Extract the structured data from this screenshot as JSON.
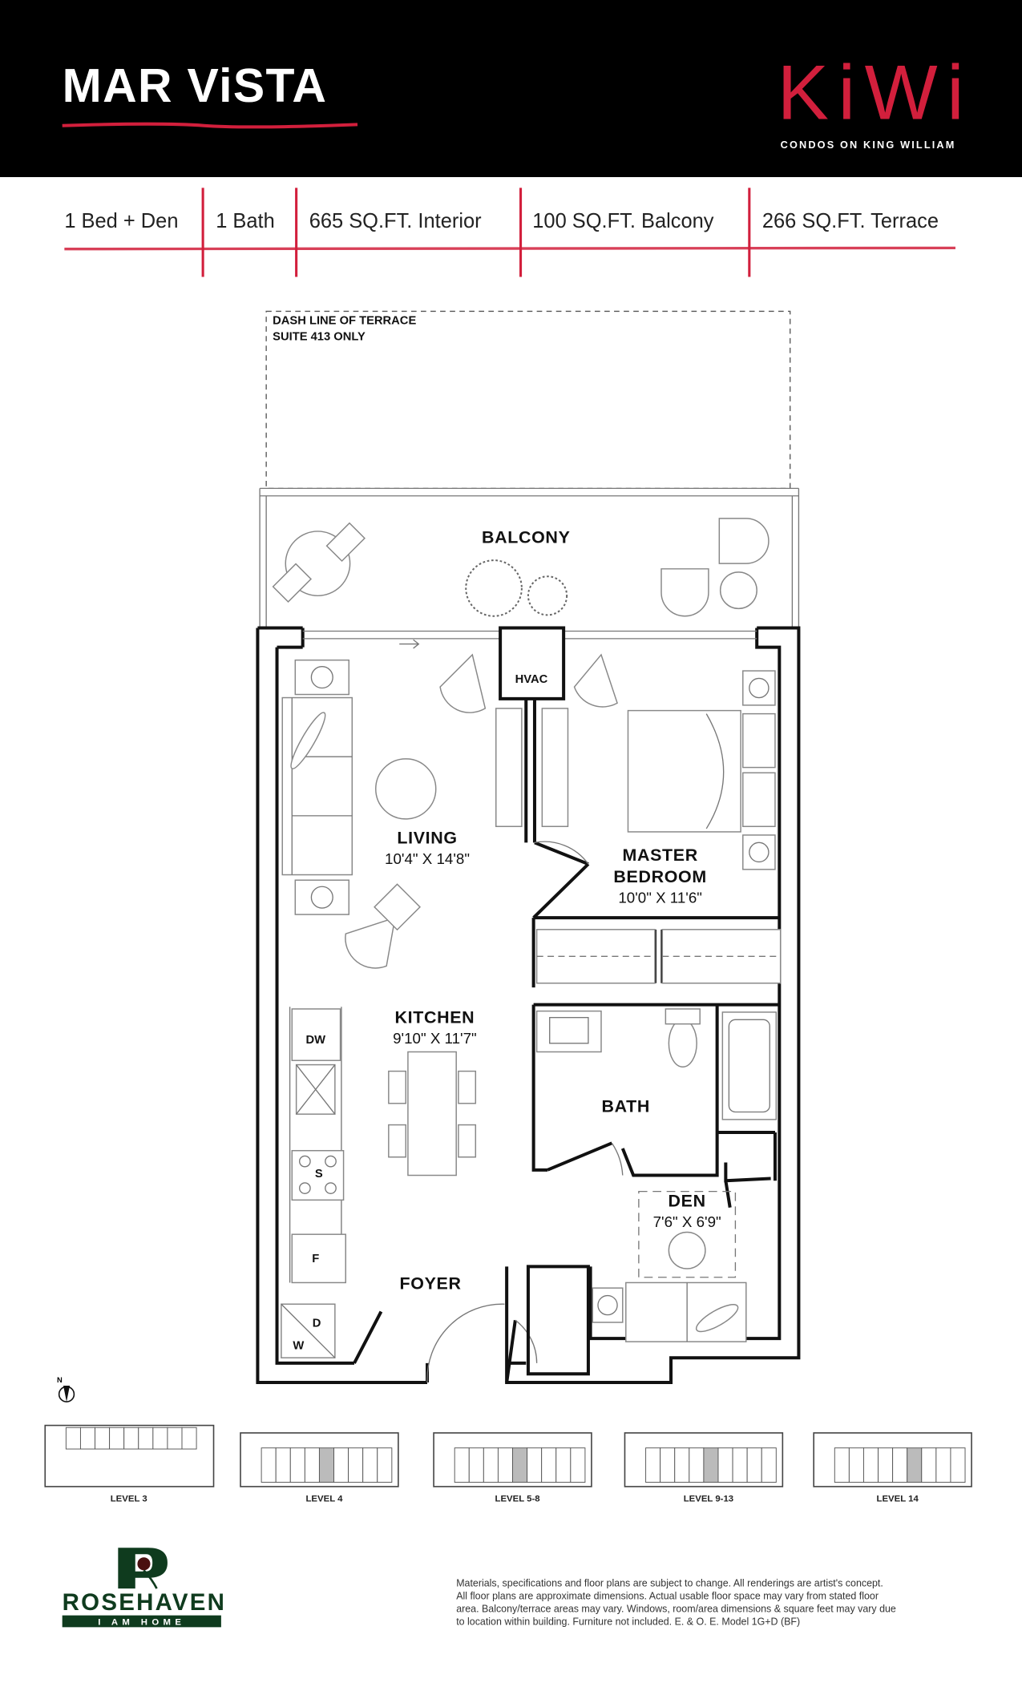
{
  "header": {
    "project_title": "MAR ViSTA",
    "brand_logo": "KiWi",
    "brand_tagline": "CONDOS ON KING WILLIAM",
    "background": "#000000",
    "accent": "#d21f3c"
  },
  "specs": [
    {
      "label": "1 Bed + Den"
    },
    {
      "label": "1 Bath"
    },
    {
      "label": "665 SQ.FT. Interior"
    },
    {
      "label": "100 SQ.FT. Balcony"
    },
    {
      "label": "266 SQ.FT. Terrace"
    }
  ],
  "plan": {
    "terrace_note_line1": "DASH LINE OF TERRACE",
    "terrace_note_line2": "SUITE 413 ONLY",
    "rooms": {
      "balcony": "BALCONY",
      "hvac": "HVAC",
      "living": {
        "name": "LIVING",
        "dims": "10'4\" X 14'8\""
      },
      "master": {
        "name1": "MASTER",
        "name2": "BEDROOM",
        "dims": "10'0\" X 11'6\""
      },
      "kitchen": {
        "name": "KITCHEN",
        "dims": "9'10\" X 11'7\""
      },
      "bath": "BATH",
      "den": {
        "name": "DEN",
        "dims": "7'6\" X 6'9\""
      },
      "foyer": "FOYER"
    },
    "appliances": {
      "dw": "DW",
      "stove": "S",
      "fridge": "F",
      "dryer": "D",
      "washer": "W"
    },
    "north": "N"
  },
  "keyplans": [
    {
      "label": "LEVEL 3"
    },
    {
      "label": "LEVEL 4"
    },
    {
      "label": "LEVEL 5-8"
    },
    {
      "label": "LEVEL 9-13"
    },
    {
      "label": "LEVEL 14"
    }
  ],
  "footer": {
    "developer_logo": "ROSEHAVEN",
    "developer_tagline": "I AM HOME",
    "disclaimer_lines": [
      "Materials, specifications and floor plans are subject to change. All renderings are artist's concept.",
      "All floor plans are approximate dimensions. Actual usable floor space may vary from stated floor",
      "area. Balcony/terrace areas may vary. Windows, room/area dimensions & square feet may vary due",
      "to location within building. Furniture not included. E. & O. E. Model 1G+D (BF)"
    ]
  }
}
